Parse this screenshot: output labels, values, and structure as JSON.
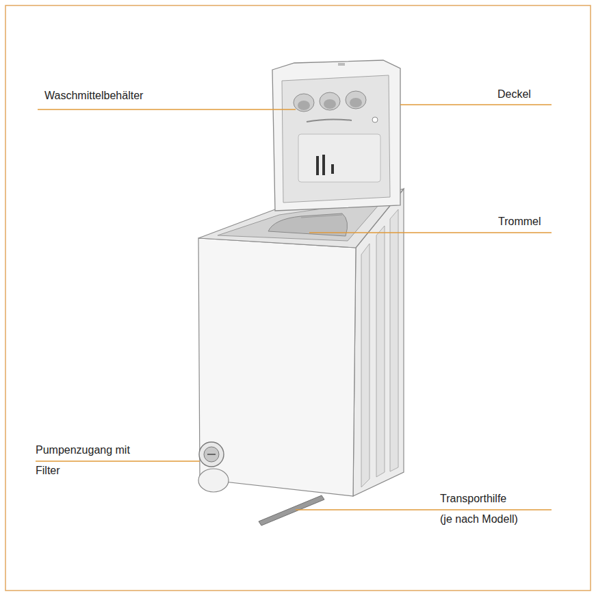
{
  "diagram": {
    "labels": [
      "Waschmittelbehälter",
      "Deckel",
      "Trommel",
      "Pumpenzugang mit Filter",
      "Transporthilfe (je nach Modell)"
    ]
  }
}
